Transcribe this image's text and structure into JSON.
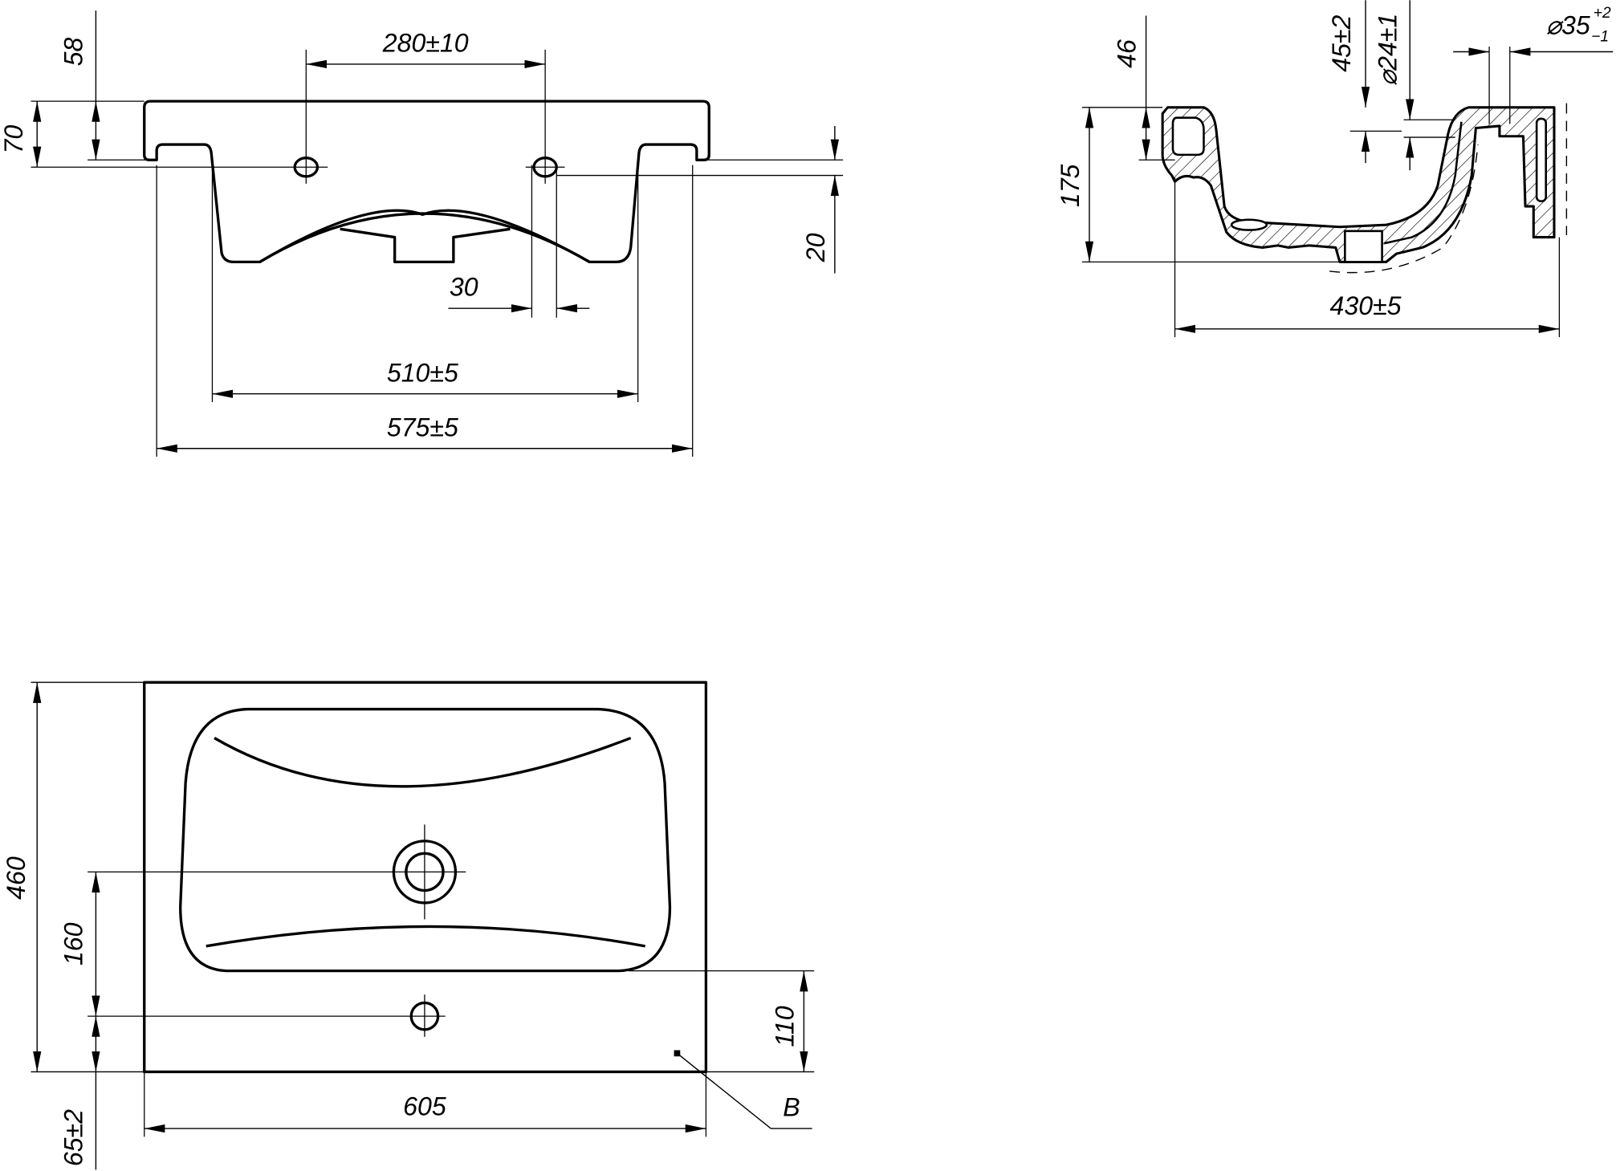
{
  "front_view": {
    "dims": {
      "tap_spacing": "280±10",
      "overflow_height": "58",
      "hole_height": "70",
      "hole_offset": "20",
      "hole_dia": "30",
      "inner_width": "510±5",
      "outer_width": "575±5"
    }
  },
  "side_view": {
    "dims": {
      "rim_height": "46",
      "depth": "175",
      "overflow_pos": "45±2",
      "overflow_dia": "⌀24±1",
      "drain_dia": "⌀35",
      "drain_tol_upper": "+2",
      "drain_tol_lower": "−1",
      "length": "430±5"
    }
  },
  "plan_view": {
    "dims": {
      "length": "460",
      "drain_to_tap": "160",
      "tap_to_edge": "65±2",
      "bowl_to_edge": "110",
      "width": "605"
    },
    "callout": "B"
  },
  "colors": {
    "line": "#000000",
    "background": "#ffffff"
  }
}
